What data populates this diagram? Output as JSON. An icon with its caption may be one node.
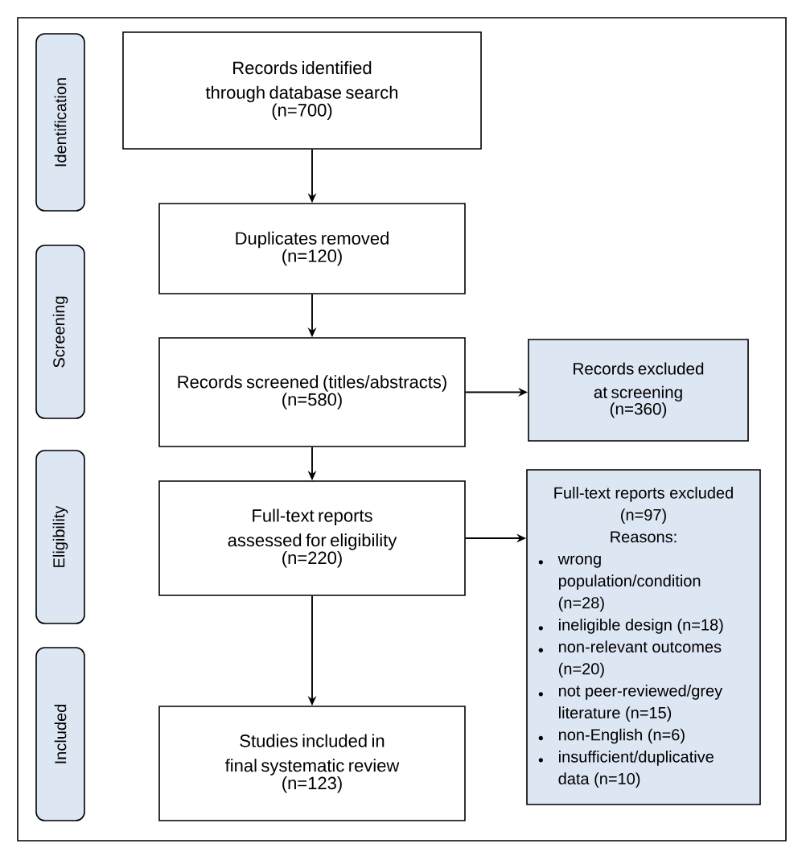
{
  "diagram": {
    "nodes": [
      {
        "text": [
          "Identification"
        ]
      },
      {
        "text": [
          "Screening"
        ]
      },
      {
        "text": [
          "Eligibility"
        ]
      },
      {
        "text": [
          "Included"
        ]
      },
      {
        "text": [
          "Records identified through database search",
          "(n=700)"
        ]
      },
      {
        "text": [
          "Duplicates removed",
          "(n=120)"
        ]
      },
      {
        "text": [
          "Records screened (titles/abstracts)",
          "(n=580)"
        ]
      },
      {
        "text": [
          "Records excluded at screening",
          "(n=360)"
        ]
      },
      {
        "text": [
          "Full-text reports assessed for eligibility",
          "(n=220)"
        ]
      },
      {
        "text": [
          "Full-text reports excluded (n=97)",
          "Reasons:",
          "wrong population/condition (n=28)",
          "ineligible design (n=18)",
          "non-relevant outcomes (n=20)",
          "not peer-reviewed/grey literature (n=15)",
          "non-English (n=6)",
          "insufficient/duplicative data (n=10)"
        ]
      },
      {
        "text": [
          "Studies included in final systematic review",
          "(n=123)"
        ]
      }
    ],
    "edges": [
      {
        "from": 4,
        "to": 5,
        "arrow": "to"
      },
      {
        "from": 5,
        "to": 6,
        "arrow": "to"
      },
      {
        "from": 6,
        "to": 7,
        "arrow": "to"
      },
      {
        "from": 6,
        "to": 8,
        "arrow": "to"
      },
      {
        "from": 8,
        "to": 9,
        "arrow": "to"
      },
      {
        "from": 8,
        "to": 10,
        "arrow": "to"
      }
    ]
  }
}
